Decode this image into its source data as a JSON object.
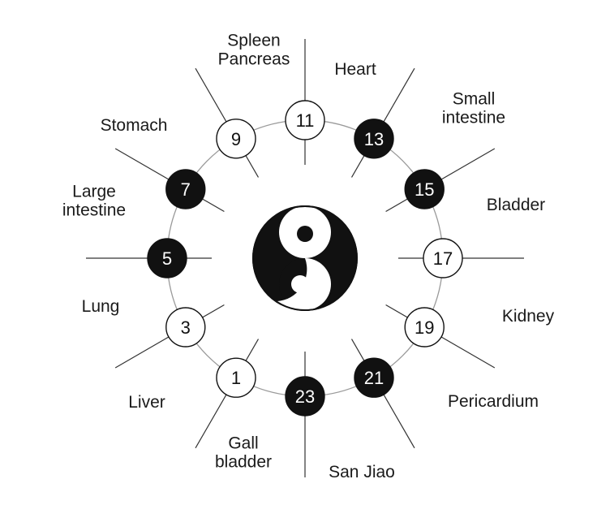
{
  "colors": {
    "ink": "#111111",
    "paper": "#ffffff",
    "ring": "#9a9a9a"
  },
  "center_icon": "yin-yang-icon",
  "hours": [
    {
      "num": "11",
      "filled": false,
      "label": [
        "Spleen",
        "Pancreas"
      ]
    },
    {
      "num": "13",
      "filled": true,
      "label": [
        "Heart"
      ]
    },
    {
      "num": "15",
      "filled": true,
      "label": [
        "Small",
        "intestine"
      ]
    },
    {
      "num": "17",
      "filled": false,
      "label": [
        "Bladder"
      ]
    },
    {
      "num": "19",
      "filled": false,
      "label": [
        "Kidney"
      ]
    },
    {
      "num": "21",
      "filled": true,
      "label": [
        "Pericardium"
      ]
    },
    {
      "num": "23",
      "filled": true,
      "label": [
        "San Jiao"
      ]
    },
    {
      "num": "1",
      "filled": false,
      "label": [
        "Gall",
        "bladder"
      ]
    },
    {
      "num": "3",
      "filled": false,
      "label": [
        "Liver"
      ]
    },
    {
      "num": "5",
      "filled": true,
      "label": [
        "Lung"
      ]
    },
    {
      "num": "7",
      "filled": true,
      "label": [
        "Large",
        "intestine"
      ]
    },
    {
      "num": "9",
      "filled": false,
      "label": [
        "Stomach"
      ]
    }
  ]
}
